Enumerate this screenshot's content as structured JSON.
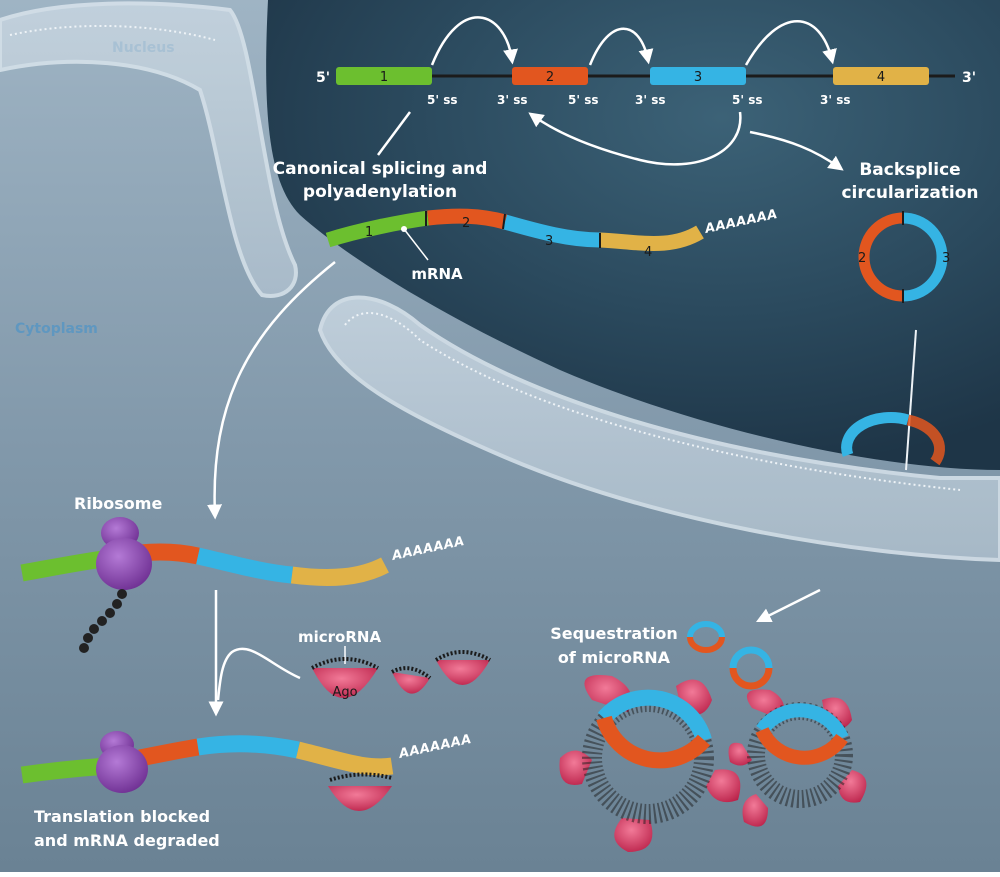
{
  "regions": {
    "nucleus": "Nucleus",
    "cytoplasm": "Cytoplasm"
  },
  "gene": {
    "five_prime": "5'",
    "three_prime": "3'",
    "exons": [
      "1",
      "2",
      "3",
      "4"
    ],
    "splice_sites": [
      "5' ss",
      "3' ss",
      "5' ss",
      "3' ss",
      "5' ss",
      "3' ss"
    ]
  },
  "canonical": {
    "line1": "Canonical splicing and",
    "line2": "polyadenylation"
  },
  "backsplice": {
    "line1": "Backsplice",
    "line2": "circularization",
    "exon_left": "2",
    "exon_right": "3"
  },
  "mrna": {
    "label": "mRNA",
    "polya": "AAAAAAA",
    "exons": [
      "1",
      "2",
      "3",
      "4"
    ]
  },
  "ribosome": {
    "label": "Ribosome"
  },
  "translated_polya": "AAAAAAA",
  "microrna": {
    "label": "microRNA",
    "ago": "Ago"
  },
  "blocked": {
    "line1": "Translation blocked",
    "line2": "and mRNA degraded",
    "polya": "AAAAAAA"
  },
  "sequestration": {
    "line1": "Sequestration",
    "line2": "of microRNA"
  },
  "colors": {
    "exon1": "#6cbf2f",
    "exon2": "#e2561f",
    "exon3": "#35b4e4",
    "exon4": "#e1b247",
    "ago": "#d9315a",
    "nucleus_bg": "#2d4d63",
    "cytoplasm_bg": "#7f9bb0"
  }
}
